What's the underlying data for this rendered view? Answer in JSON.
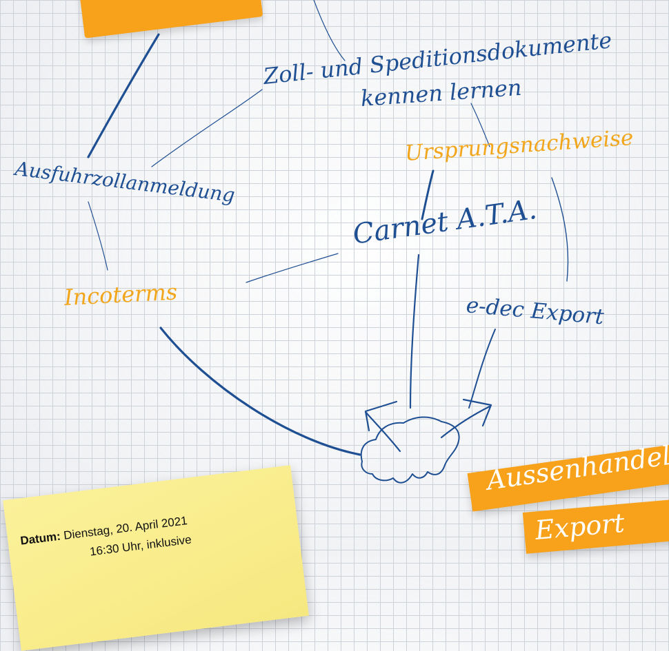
{
  "colors": {
    "blue": "#1f4f93",
    "orange": "#f2a61b",
    "note": "#f7ec8b"
  },
  "topics": {
    "zoll_line1": "Zoll- und Speditionsdokumente",
    "zoll_line2": "kennen lernen",
    "ursprung": "Ursprungsnachweise",
    "ausfuhr": "Ausfuhrzollanmeldung",
    "carnet": "Carnet A.T.A.",
    "incoterms": "Incoterms",
    "edec": "e-dec Export"
  },
  "banner": {
    "line1": "Aussenhandel &",
    "line2": "Export"
  },
  "note": {
    "datum_label": "Datum:",
    "datum_value": " Dienstag, 20. April 2021",
    "zeit_value": "16:30 Uhr, inklusive"
  }
}
